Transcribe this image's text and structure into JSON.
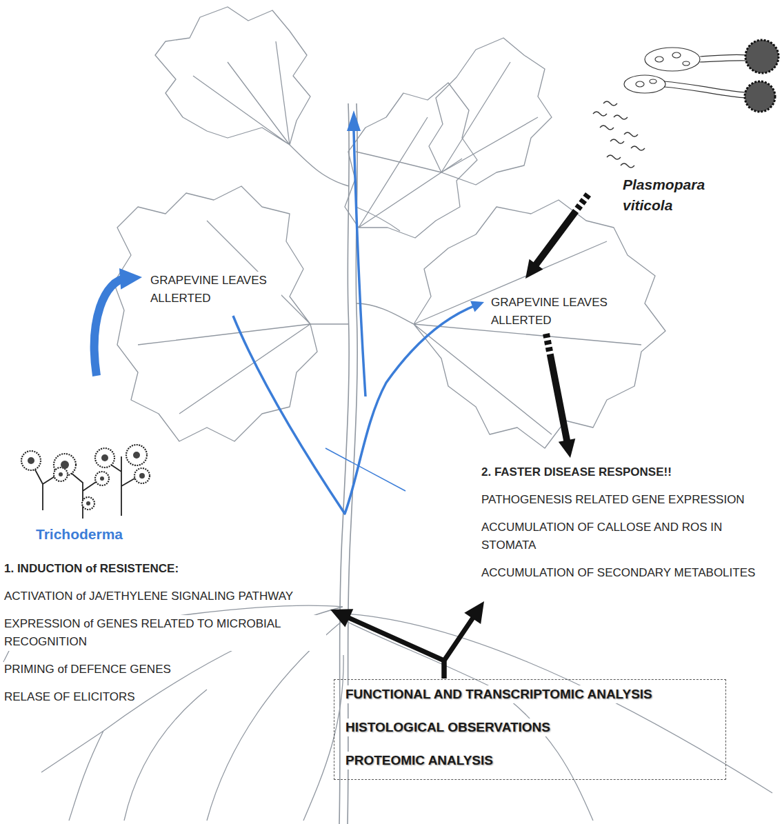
{
  "diagram": {
    "nodes": [
      {
        "text": [
          "Trichoderma"
        ]
      },
      {
        "text": [
          "GRAPEVINE LEAVES ALLERTED"
        ]
      },
      {
        "text": [
          "Plasmopara viticola"
        ]
      },
      {
        "text": [
          "GRAPEVINE LEAVES ALLERTED"
        ]
      },
      {
        "text": [
          "1. INDUCTION of RESISTENCE:",
          "ACTIVATION of JA/ETHYLENE SIGNALING PATHWAY",
          "EXPRESSION of GENES RELATED TO MICROBIAL RECOGNITION",
          "PRIMING of DEFENCE GENES",
          "RELASE OF ELICITORS"
        ]
      },
      {
        "text": [
          "2. FASTER DISEASE RESPONSE!!",
          "PATHOGENESIS RELATED GENE EXPRESSION",
          "ACCUMULATION OF CALLOSE AND ROS IN STOMATA",
          "ACCUMULATION OF SECONDARY METABOLITES"
        ]
      },
      {
        "text": [
          "FUNCTIONAL AND TRANSCRIPTOMIC ANALYSIS",
          "HISTOLOGICAL OBSERVATIONS",
          "PROTEOMIC ANALYSIS"
        ]
      }
    ],
    "edges": [
      {
        "from": 0,
        "to": 1,
        "arrow": "to"
      },
      {
        "from": 1,
        "to": 3,
        "arrow": "to"
      },
      {
        "from": 2,
        "to": 3,
        "arrow": "to"
      },
      {
        "from": 3,
        "to": 5,
        "arrow": "to"
      },
      {
        "from": 6,
        "to": 4,
        "arrow": "to"
      },
      {
        "from": 6,
        "to": 5,
        "arrow": "to"
      }
    ]
  }
}
